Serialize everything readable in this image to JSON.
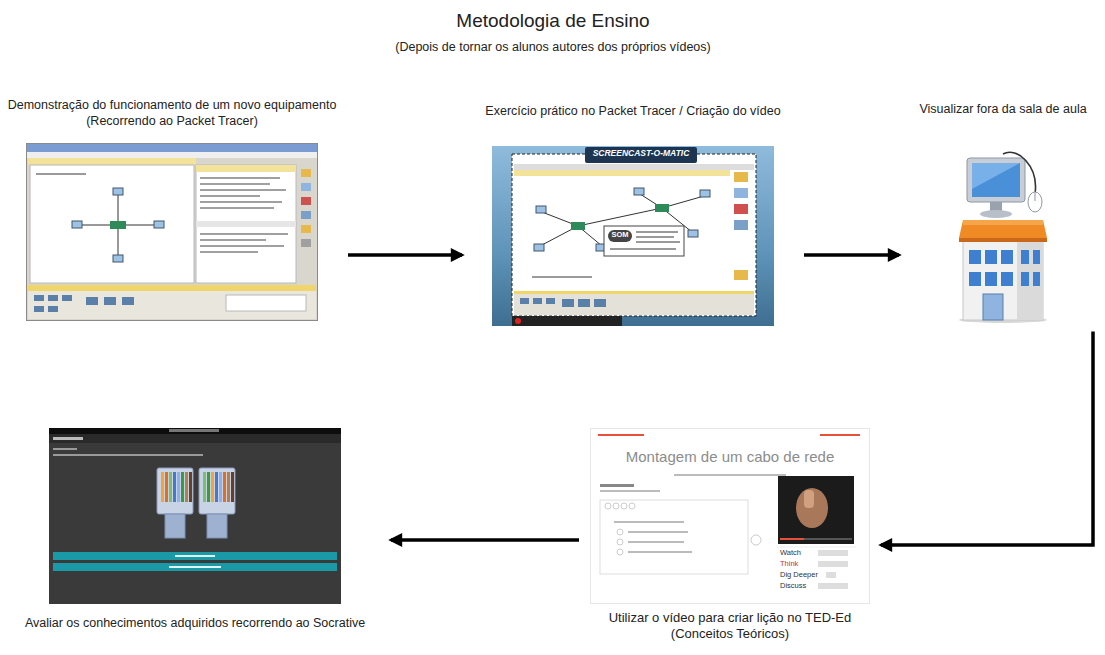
{
  "diagram": {
    "title": "Metodologia de Ensino",
    "nodes": [
      {
        "text": [
          "Demonstração do funcionamento de um novo equipamento (Recorrendo ao Packet Tracer)"
        ]
      },
      {
        "text": [
          "Exercício prático no Packet Tracer / Criação do vídeo"
        ]
      },
      {
        "text": [
          "Visualizar fora da sala de aula"
        ]
      },
      {
        "text": [
          "Avaliar os conhecimentos adquiridos recorrendo ao Socrative"
        ]
      },
      {
        "text": [
          "Utilizar o vídeo para criar lição no TED-Ed (Conceitos Teóricos)"
        ]
      }
    ],
    "edges": [
      {
        "from": 0,
        "to": 1,
        "arrow": "to"
      },
      {
        "from": 1,
        "to": 2,
        "arrow": "to"
      },
      {
        "from": 2,
        "to": 4,
        "arrow": "to"
      },
      {
        "from": 4,
        "to": 3,
        "arrow": "to"
      }
    ],
    "labels": [
      "(Depois de tornar os alunos autores dos próprios vídeos)",
      "SCREENCAST-O-MATIC",
      "SOM",
      "Montagem de um cabo de rede",
      "Watch",
      "Think",
      "Dig Deeper",
      "Discuss"
    ]
  }
}
